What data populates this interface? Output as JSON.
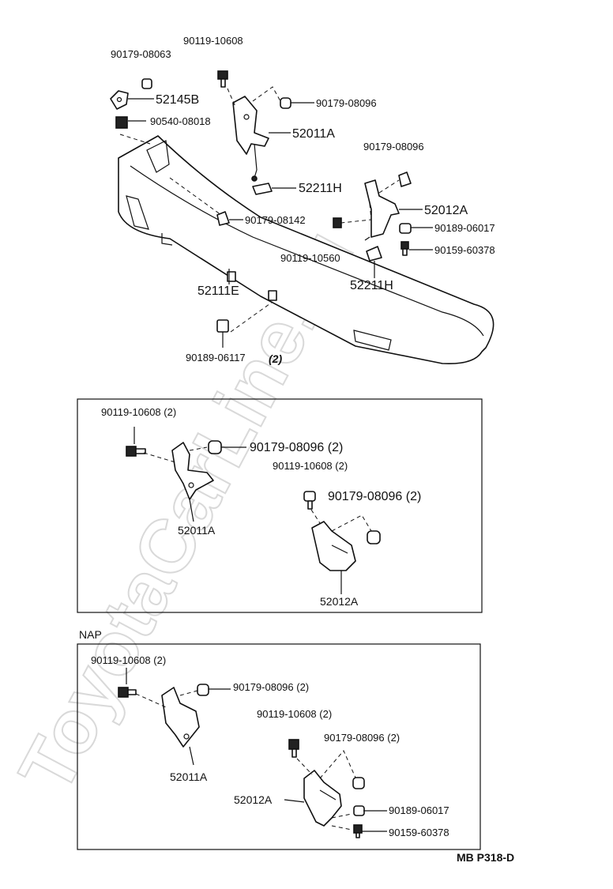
{
  "watermark": "ToyotaCarLine.ru",
  "main": {
    "parts": {
      "bolt_top": "90119-10608",
      "nut_top_left": "90179-08063",
      "bracket_52145b": "52145B",
      "nut_90540": "90540-08018",
      "nut_top_right": "90179-08096",
      "support_left": "52011A",
      "bulb_upper": "52211H",
      "nut_mid_right": "90179-08096",
      "support_right": "52012A",
      "clip_bumper": "90179-08142",
      "nut_90189": "90189-06017",
      "bolt_10560": "90119-10560",
      "bolt_60378": "90159-60378",
      "bulb_lower": "52211H",
      "bumper_bar": "52111E",
      "retainer": "90189-06117",
      "retainer_qty": "(2)"
    }
  },
  "box1": {
    "bolt_left": "90119-10608 (2)",
    "nut_left": "90179-08096 (2)",
    "bolt_right": "90119-10608 (2)",
    "nut_right": "90179-08096 (2)",
    "support_left": "52011A",
    "support_right": "52012A"
  },
  "nap_title": "NAP",
  "box2": {
    "bolt_left": "90119-10608 (2)",
    "nut_left": "90179-08096 (2)",
    "bolt_right": "90119-10608 (2)",
    "nut_right": "90179-08096 (2)",
    "support_left": "52011A",
    "support_right": "52012A",
    "nut_90189": "90189-06017",
    "bolt_60378": "90159-60378"
  },
  "footer_code": "MB P318-D"
}
